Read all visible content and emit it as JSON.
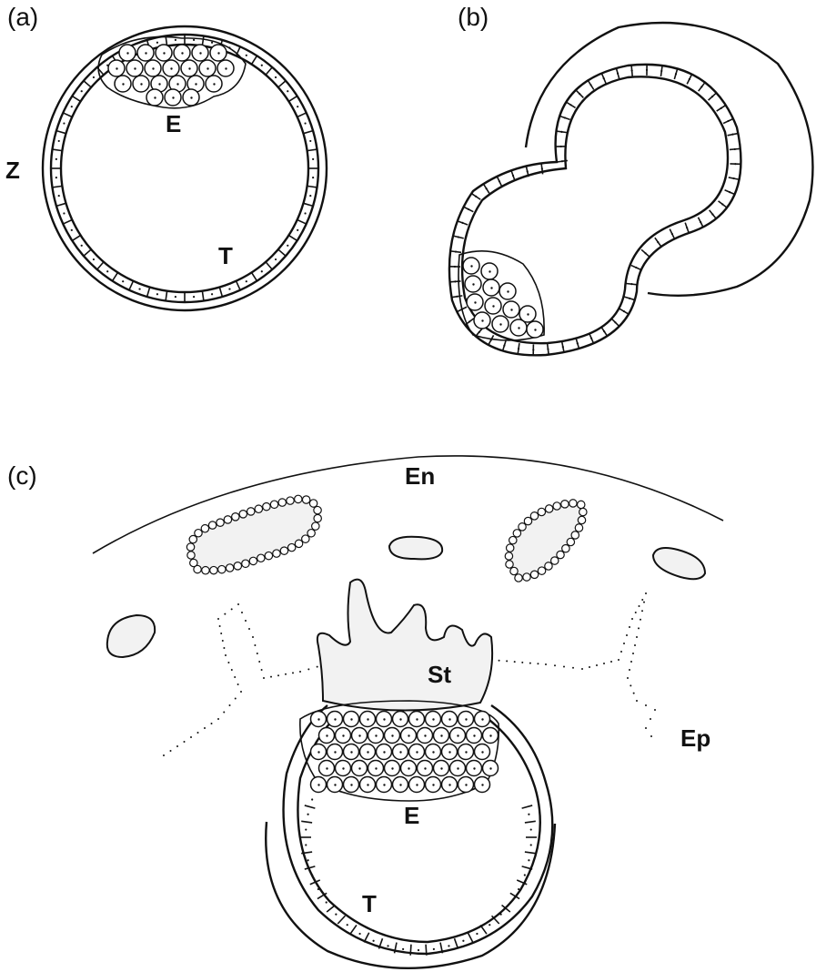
{
  "panels": [
    {
      "label": "(a)"
    },
    {
      "label": "(b)"
    },
    {
      "label": "(c)"
    }
  ],
  "labels": {
    "a_E": "E",
    "a_Z": "Z",
    "a_T": "T",
    "c_En": "En",
    "c_St": "St",
    "c_Ep": "Ep",
    "c_E": "E",
    "c_T": "T"
  }
}
